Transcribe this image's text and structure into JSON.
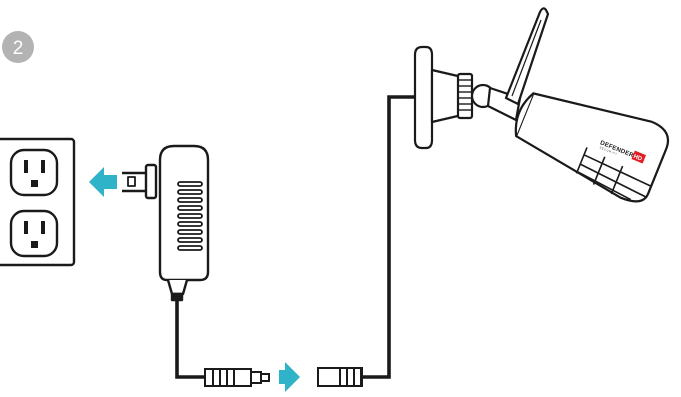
{
  "step": {
    "number": "2"
  },
  "camera": {
    "brand": "DEFENDER",
    "badge": "HD",
    "brand_sub": "SECURITY"
  },
  "arrows": {
    "plug_direction": "left",
    "connector_direction": "right",
    "color": "#2fb3c9"
  },
  "colors": {
    "step_badge": "#b3b3b3",
    "line": "#1a1a1a",
    "hd_badge": "#e31b23"
  },
  "icons": [
    "wall-outlet-icon",
    "power-adapter-icon",
    "security-camera-icon",
    "arrow-left-icon",
    "arrow-right-icon"
  ]
}
